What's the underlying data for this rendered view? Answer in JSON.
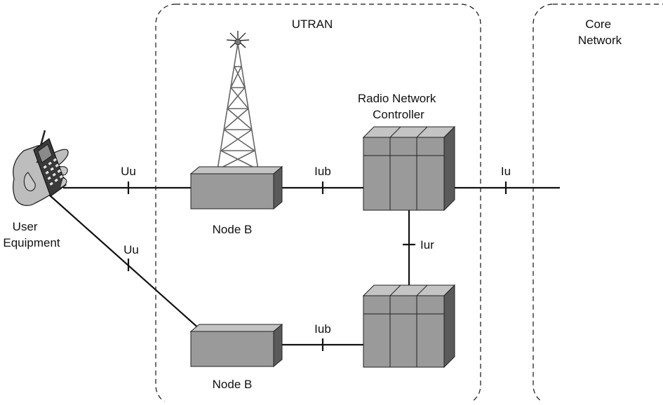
{
  "regions": {
    "utran": "UTRAN",
    "core_network": [
      "Core",
      "Network"
    ]
  },
  "devices": {
    "user_equipment": [
      "User",
      "Equipment"
    ],
    "node_b_top": "Node B",
    "node_b_bottom": "Node B",
    "rnc": [
      "Radio Network",
      "Controller"
    ]
  },
  "interfaces": {
    "uu_top": "Uu",
    "uu_bottom": "Uu",
    "iub_top": "Iub",
    "iub_bottom": "Iub",
    "iur": "Iur",
    "iu": "Iu"
  },
  "colors": {
    "line": "#111111",
    "box_front": "#9a9a9a",
    "box_top": "#c4c4c4",
    "box_side": "#5a5a5a",
    "phone_body": "#3a3a3a"
  }
}
